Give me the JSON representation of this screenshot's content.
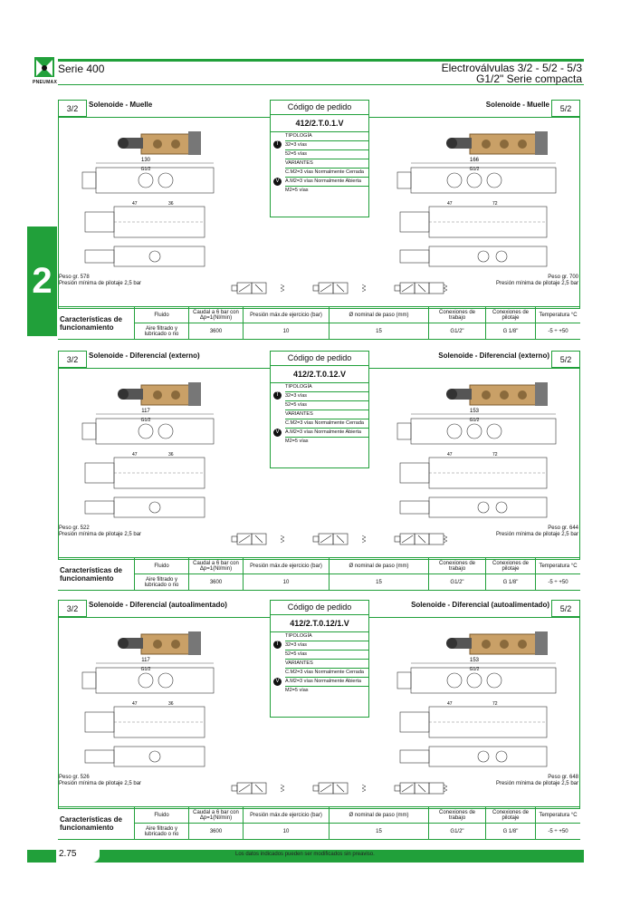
{
  "header": {
    "series": "Serie 400",
    "title_line1": "Electroválvulas 3/2 - 5/2 - 5/3",
    "title_line2": "G1/2\" Serie compacta",
    "logo_text": "PNEUMAX"
  },
  "side_tab": "2",
  "footer": {
    "page": "2.75",
    "note": "Los datos indicados pueden ser modificados sin preaviso."
  },
  "colors": {
    "accent": "#21a03a"
  },
  "common": {
    "codigo_label": "Código de pedido",
    "tag_left": "3/2",
    "tag_right": "5/2",
    "tipologia": "TIPOLOGÍA",
    "t32": "32=3 vías",
    "t52": "52=5 vías",
    "variantes": "VARIANTES",
    "vc": "C.M2=3 vías Normalmente Cerrada",
    "va": "A.M2=3 vías Normalmente Abierta",
    "vm": "M2=5 vías",
    "badge_t": "T",
    "badge_v": "V",
    "presion_pilotaje": "Presión mínima de pilotaje 2,5 bar",
    "table_headers": {
      "title": "Características de funcionamiento",
      "fluido": "Fluido",
      "caudal": "Caudal a 6 bar con Δp=1(Nl/min)",
      "presion": "Presión máx.de ejercicio (bar)",
      "nominal": "Ø nominal de paso (mm)",
      "conex_trabajo": "Conexiones de trabajo",
      "conex_pilotaje": "Conexiones de pilotaje",
      "temp": "Temperatura °C"
    },
    "table_values": {
      "fluido": "Aire filtrado y lubricado o no",
      "caudal": "3600",
      "presion": "10",
      "nominal": "15",
      "conex_trabajo": "G1/2\"",
      "conex_pilotaje": "G 1/8\"",
      "temp": "-5 ÷ +50"
    }
  },
  "sections": [
    {
      "title_left": "Solenoide - Muelle",
      "title_right": "Solenoide - Muelle",
      "code": "412/2.T.0.1.V",
      "peso_left": "Peso gr. 578",
      "peso_right": "Peso gr. 700",
      "dim_left": "130",
      "dim_right": "166"
    },
    {
      "title_left": "Solenoide - Diferencial (externo)",
      "title_right": "Solenoide - Diferencial (externo)",
      "code": "412/2.T.0.12.V",
      "peso_left": "Peso gr. 522",
      "peso_right": "Peso gr. 644",
      "dim_left": "117",
      "dim_right": "153"
    },
    {
      "title_left": "Solenoide - Diferencial (autoalimentado)",
      "title_right": "Solenoide - Diferencial (autoalimentado)",
      "code": "412/2.T.0.12/1.V",
      "peso_left": "Peso gr. 526",
      "peso_right": "Peso gr. 648",
      "dim_left": "117",
      "dim_right": "153"
    }
  ]
}
